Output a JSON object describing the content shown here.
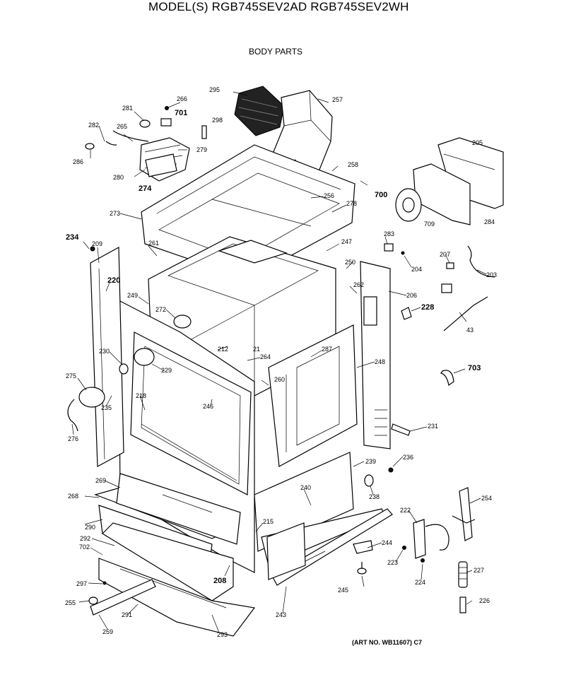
{
  "header": {
    "title": "MODEL(S) RGB745SEV2AD  RGB745SEV2WH",
    "section": "BODY PARTS"
  },
  "footer": {
    "art_no": "(ART NO. WB11607) C7"
  },
  "part_labels": [
    {
      "id": "266",
      "big": false
    },
    {
      "id": "281",
      "big": false
    },
    {
      "id": "701",
      "big": true
    },
    {
      "id": "298",
      "big": false
    },
    {
      "id": "295",
      "big": false
    },
    {
      "id": "257",
      "big": false
    },
    {
      "id": "282",
      "big": false
    },
    {
      "id": "265",
      "big": false
    },
    {
      "id": "279",
      "big": false
    },
    {
      "id": "286",
      "big": false
    },
    {
      "id": "280",
      "big": false
    },
    {
      "id": "274",
      "big": true
    },
    {
      "id": "258",
      "big": false
    },
    {
      "id": "700",
      "big": true
    },
    {
      "id": "256",
      "big": false
    },
    {
      "id": "278",
      "big": false
    },
    {
      "id": "205",
      "big": false
    },
    {
      "id": "709",
      "big": false
    },
    {
      "id": "284",
      "big": false
    },
    {
      "id": "273",
      "big": false
    },
    {
      "id": "234",
      "big": true
    },
    {
      "id": "209",
      "big": false
    },
    {
      "id": "261",
      "big": false
    },
    {
      "id": "247",
      "big": false
    },
    {
      "id": "283",
      "big": false
    },
    {
      "id": "204",
      "big": false
    },
    {
      "id": "207",
      "big": false
    },
    {
      "id": "203",
      "big": false
    },
    {
      "id": "220",
      "big": true
    },
    {
      "id": "250",
      "big": false
    },
    {
      "id": "206",
      "big": false
    },
    {
      "id": "249",
      "big": false
    },
    {
      "id": "272",
      "big": false
    },
    {
      "id": "262",
      "big": false
    },
    {
      "id": "228",
      "big": true
    },
    {
      "id": "43",
      "big": false
    },
    {
      "id": "212",
      "big": false
    },
    {
      "id": "21",
      "big": false
    },
    {
      "id": "287",
      "big": false
    },
    {
      "id": "230",
      "big": false
    },
    {
      "id": "264",
      "big": false
    },
    {
      "id": "248",
      "big": false
    },
    {
      "id": "703",
      "big": true
    },
    {
      "id": "229",
      "big": false
    },
    {
      "id": "260",
      "big": false
    },
    {
      "id": "275",
      "big": false
    },
    {
      "id": "218",
      "big": false
    },
    {
      "id": "246",
      "big": false
    },
    {
      "id": "235",
      "big": false
    },
    {
      "id": "231",
      "big": false
    },
    {
      "id": "276",
      "big": false
    },
    {
      "id": "236",
      "big": false
    },
    {
      "id": "239",
      "big": false
    },
    {
      "id": "269",
      "big": false
    },
    {
      "id": "238",
      "big": false
    },
    {
      "id": "268",
      "big": false
    },
    {
      "id": "240",
      "big": false
    },
    {
      "id": "254",
      "big": false
    },
    {
      "id": "222",
      "big": false
    },
    {
      "id": "290",
      "big": false
    },
    {
      "id": "215",
      "big": false
    },
    {
      "id": "292",
      "big": false
    },
    {
      "id": "244",
      "big": false
    },
    {
      "id": "702",
      "big": false
    },
    {
      "id": "223",
      "big": false
    },
    {
      "id": "227",
      "big": false
    },
    {
      "id": "297",
      "big": false
    },
    {
      "id": "208",
      "big": true
    },
    {
      "id": "245",
      "big": false
    },
    {
      "id": "224",
      "big": false
    },
    {
      "id": "255",
      "big": false
    },
    {
      "id": "291",
      "big": false
    },
    {
      "id": "243",
      "big": false
    },
    {
      "id": "226",
      "big": false
    },
    {
      "id": "259",
      "big": false
    },
    {
      "id": "293",
      "big": false
    }
  ]
}
